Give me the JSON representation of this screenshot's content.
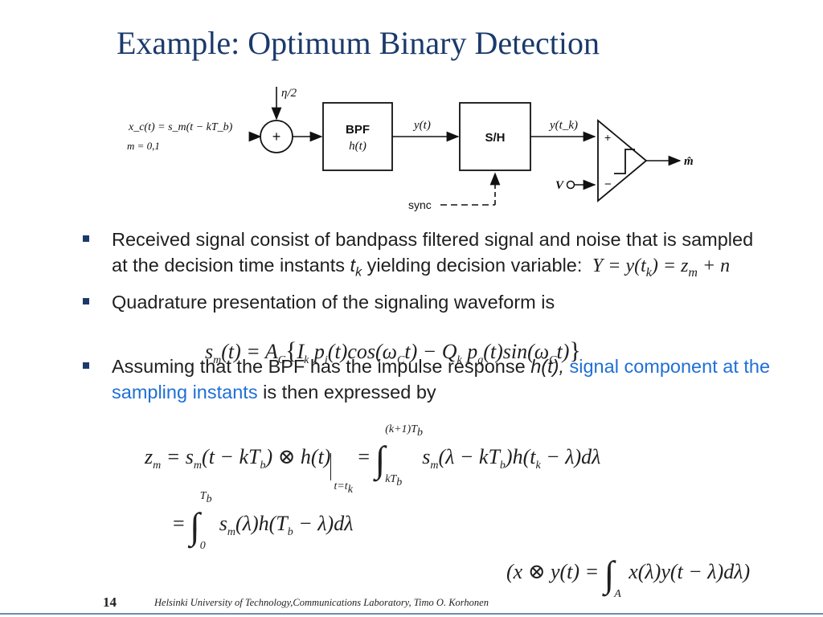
{
  "slide": {
    "title": "Example: Optimum Binary Detection",
    "page_number": "14",
    "footer": "Helsinki University of Technology,Communications Laboratory, Timo O. Korhonen"
  },
  "diagram": {
    "input_signal": "x_c(t) = s_m(t − kT_b)",
    "m_values": "m = 0,1",
    "noise": "η/2",
    "adder": "+",
    "bpf_line1": "BPF",
    "bpf_line2": "h(t)",
    "bpf_output": "y(t)",
    "sh": "S/H",
    "sh_output": "y(t_k)",
    "sync": "sync",
    "threshold": "V",
    "plus": "+",
    "minus": "−",
    "output": "m̂"
  },
  "bullets": {
    "b1_text": "Received signal consist of bandpass filtered signal and noise that is sampled at the decision time instants",
    "b1_tk": "t",
    "b1_tk_sub": "k",
    "b1_tail": "yielding decision variable:",
    "b1_eq": "Y = y(t_k) = z_m + n",
    "b2_text": "Quadrature presentation of the signaling waveform is",
    "b3_text1": "Assuming that the BPF has the impulse response",
    "b3_h": "h(t),",
    "b3_blue": "signal component at the sampling instants",
    "b3_text2": "is then expressed by"
  },
  "equations": {
    "qp": "s_m(t) = A_C{I_k p_i(t)cos(ω_C t) − Q_k p_q(t)sin(ω_C t)}",
    "zm": "z_m = s_m(t − kT_b) ⊗ h(t)|_{t=t_k} = ∫_{kT_b}^{(k+1)T_b} s_m(λ − kT_b)h(t_k − λ)dλ",
    "int2": "= ∫_0^{T_b} s_m(λ)h(T_b − λ)dλ",
    "conv": "(x ⊗ y(t) = ∫_A x(λ)y(t − λ)dλ)"
  },
  "colors": {
    "title": "#1b3a6b",
    "blue_text": "#1f6fd6",
    "footer_line": "#6f8cb0"
  }
}
